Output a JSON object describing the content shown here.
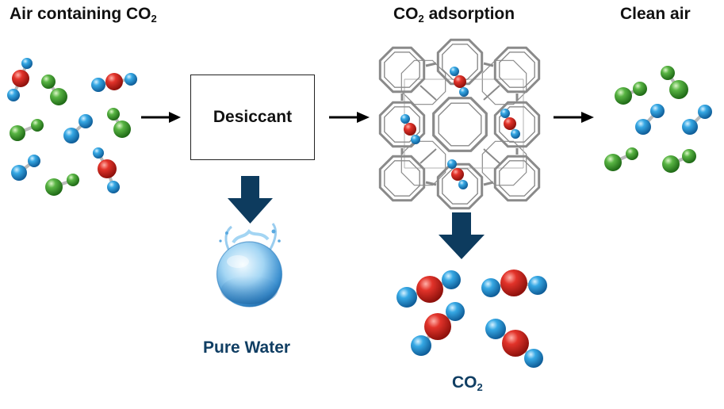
{
  "titles": {
    "air": {
      "text": "Air containing CO",
      "sub": "2"
    },
    "adsorption": {
      "text": "CO",
      "sub": "2",
      "rest": " adsorption"
    },
    "clean": {
      "text": "Clean air"
    }
  },
  "desiccant": {
    "label": "Desiccant"
  },
  "outputs": {
    "water": {
      "label": "Pure Water"
    },
    "co2": {
      "text": "CO",
      "sub": "2"
    }
  },
  "colors": {
    "oxygen_atom": "#d8281f",
    "blue_atom": "#2e9fde",
    "green_atom": "#4fa83a",
    "down_arrow": "#0d3b5e",
    "label_blue": "#103e63",
    "framework": "#8a8a8a"
  }
}
